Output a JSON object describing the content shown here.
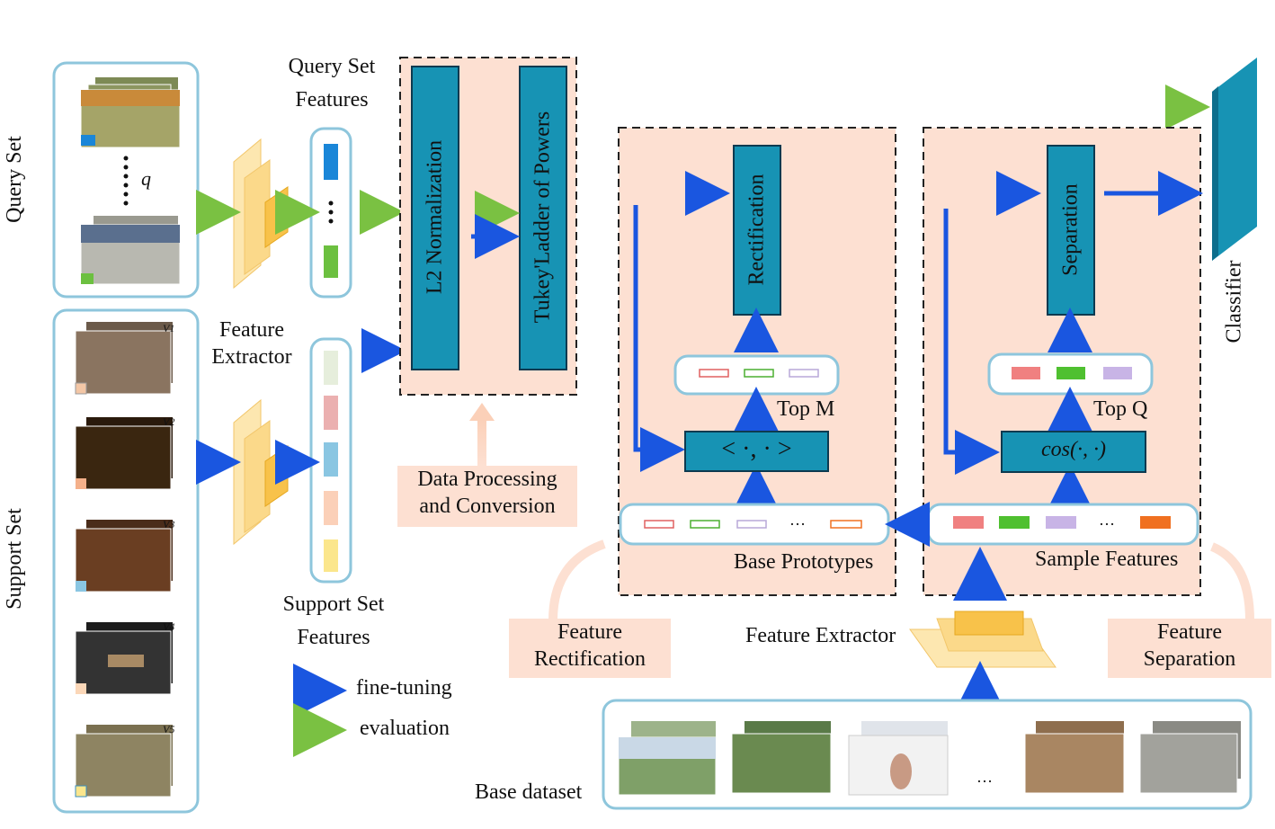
{
  "labels": {
    "query_set": "Query Set",
    "support_set": "Support Set",
    "q": "q",
    "feature_extractor_left": "Feature\nExtractor",
    "query_set_features": "Query Set\nFeatures",
    "support_set_features": "Support Set\nFeatures",
    "l2_normalization": "L2 Normalization",
    "tukey": "Tukey'Ladder of Powers",
    "rectification": "Rectification",
    "separation": "Separation",
    "classifier": "Classifier",
    "top_m": "Top M",
    "top_q": "Top Q",
    "inner_product": "< ·, · >",
    "cosine": "cos(·, ·)",
    "base_prototypes": "Base Prototypes",
    "sample_features": "Sample Features",
    "data_processing": "Data Processing\nand Conversion",
    "feature_rectification": "Feature\nRectification",
    "feature_separation": "Feature\nSeparation",
    "feature_extractor_bottom": "Feature Extractor",
    "base_dataset": "Base dataset",
    "ellipsis": "…",
    "video_labels": [
      "V1",
      "V2",
      "V3",
      "V4",
      "V5"
    ]
  },
  "legend": {
    "fine_tuning": "fine-tuning",
    "evaluation": "evaluation"
  },
  "colors": {
    "teal_block": "#1793b4",
    "salmon_bg": "#fde0d2",
    "legend_bg": "#f9c6f3",
    "blue_arrow": "#1a56e0",
    "green_arrow": "#7ac142",
    "orange_arrow": "#f29a5a",
    "panel_border": "#8ec6dc"
  }
}
